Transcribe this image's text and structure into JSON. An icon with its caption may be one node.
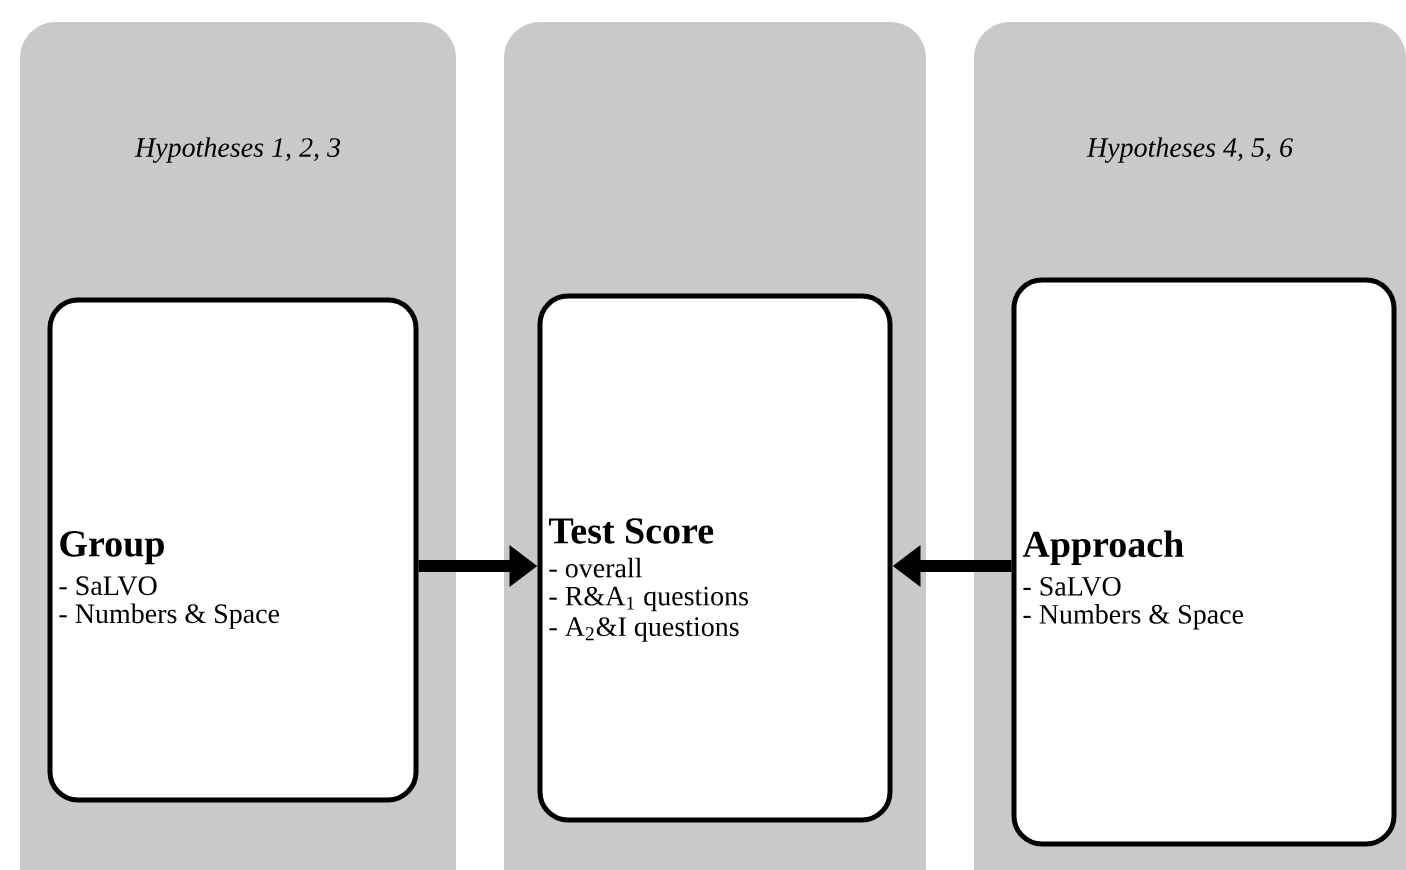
{
  "diagram": {
    "nodes": [
      {
        "text": [
          "Hypotheses 1, 2, 3"
        ]
      },
      {
        "text": [],
        "shape": "box"
      },
      {
        "text": [
          "Hypotheses 4, 5, 6"
        ]
      },
      {
        "text": [
          "Group",
          "- SaLVO",
          "- Numbers & Space"
        ],
        "in": 0
      },
      {
        "text": [
          "Test Score",
          "- overall",
          "- R&A$_{1}$ questions",
          "- A$_{2}$&I questions"
        ],
        "in": 1
      },
      {
        "text": [
          "Approach",
          "- SaLVO",
          "- Numbers & Space"
        ],
        "in": 2
      }
    ],
    "edges": [
      {
        "from": 3,
        "to": 4,
        "arrow": "to"
      },
      {
        "from": 5,
        "to": 4,
        "arrow": "to"
      }
    ]
  }
}
